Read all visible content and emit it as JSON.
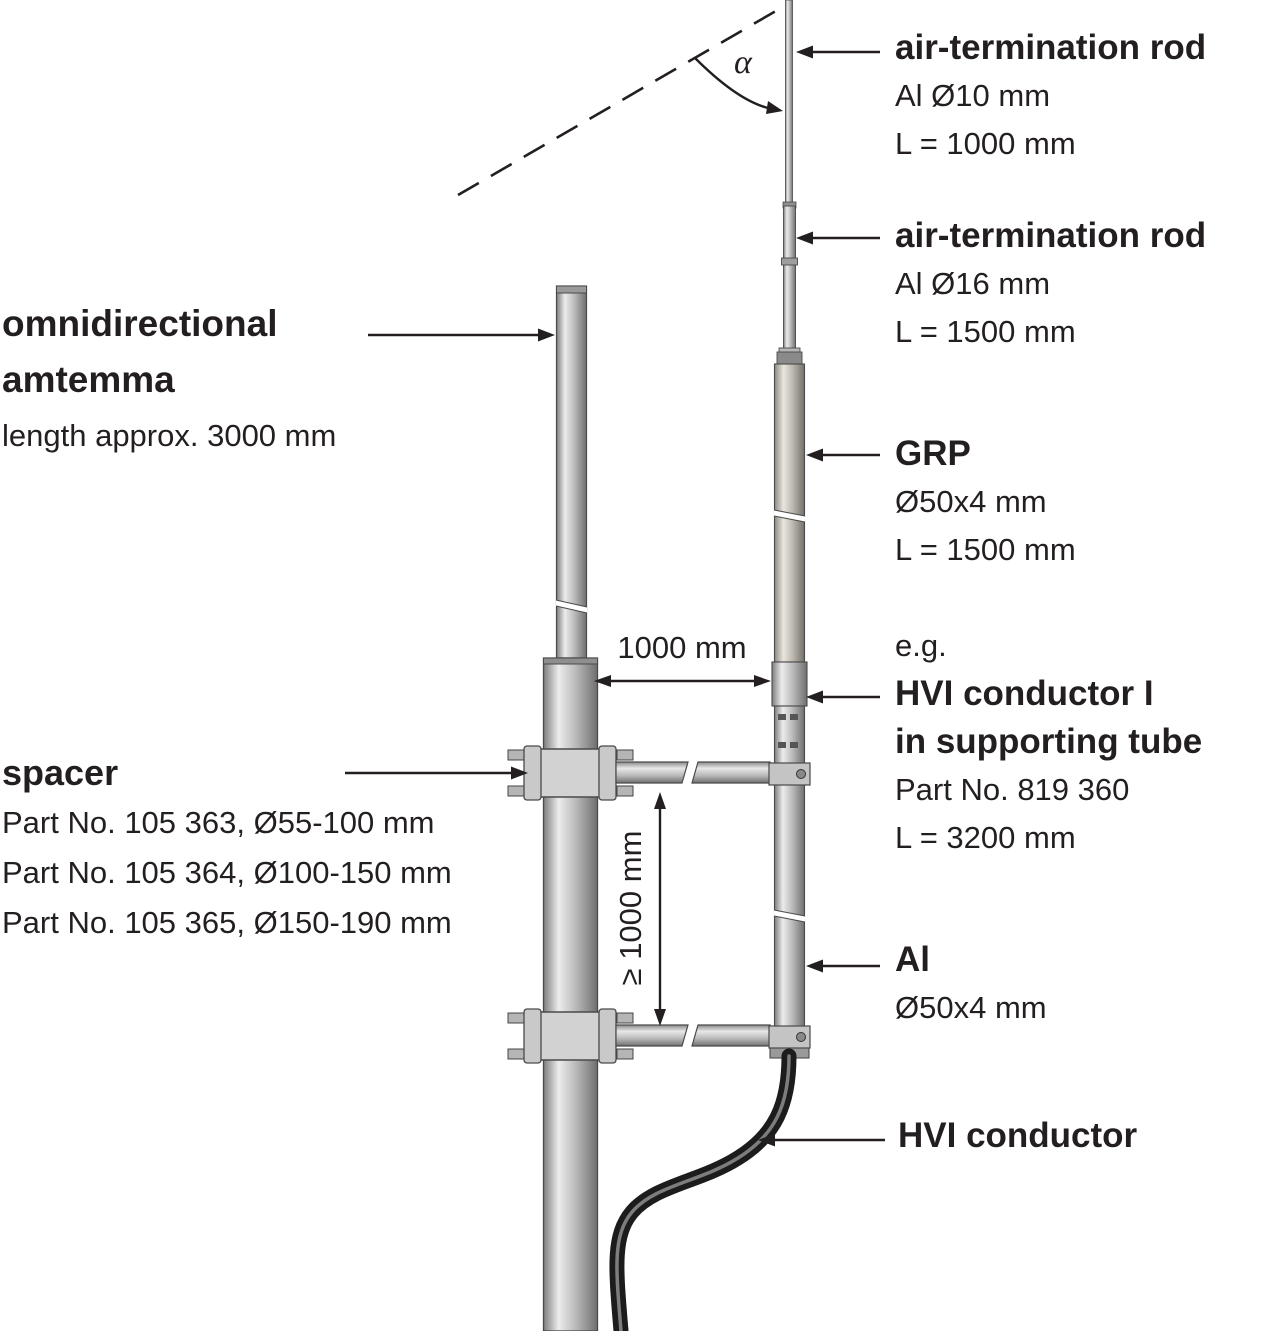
{
  "colors": {
    "ink": "#231f20",
    "metal_edge": "#4a4a4a",
    "cable": "#1c1c1c"
  },
  "labels": {
    "rod10": {
      "title": "air-termination rod",
      "spec1": "Al Ø10 mm",
      "spec2": "L = 1000 mm"
    },
    "rod16": {
      "title": "air-termination rod",
      "spec1": "Al Ø16 mm",
      "spec2": "L = 1500 mm"
    },
    "grp": {
      "title": "GRP",
      "spec1": "Ø50x4 mm",
      "spec2": "L = 1500 mm"
    },
    "hvi_tube": {
      "eg": "e.g.",
      "title1": "HVI conductor I",
      "title2": "in supporting tube",
      "spec1": "Part No. 819 360",
      "spec2": "L = 3200 mm"
    },
    "al": {
      "title": "Al",
      "spec1": "Ø50x4 mm"
    },
    "hvi": {
      "title": "HVI conductor"
    },
    "antenna": {
      "title1": "omnidirectional",
      "title2": "amtemma",
      "spec1": "length approx. 3000 mm"
    },
    "spacer": {
      "title": "spacer",
      "spec1": "Part No. 105 363, Ø55-100 mm",
      "spec2": "Part No. 105 364, Ø100-150 mm",
      "spec3": "Part No. 105 365, Ø150-190 mm"
    },
    "dims": {
      "horizontal": "1000 mm",
      "vertical": "≥ 1000 mm",
      "angle": "α"
    }
  }
}
